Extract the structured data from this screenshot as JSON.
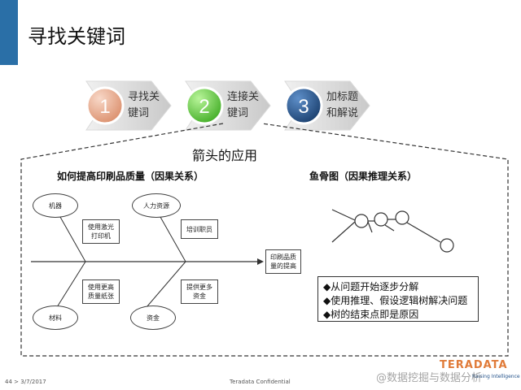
{
  "slide": {
    "title": "寻找关键词",
    "accent_color": "#2a6fa7"
  },
  "process": {
    "steps": [
      {
        "number": "1",
        "label": "寻找关\n键词",
        "color": "#e9a98e"
      },
      {
        "number": "2",
        "label": "连接关\n键词",
        "color": "#5fcf3d"
      },
      {
        "number": "3",
        "label": "加标题\n和解说",
        "color": "#1f4f88"
      }
    ]
  },
  "section": {
    "heading": "箭头的应用"
  },
  "left_panel": {
    "heading": "如何提高印刷品质量（因果关系）",
    "ellipses": [
      "机器",
      "人力资源",
      "材料",
      "资金"
    ],
    "boxes": [
      "使用激光\n打印机",
      "培训职员",
      "使用更高\n质量纸张",
      "提供更多\n资金"
    ],
    "result": "印刷品质\n量的提高"
  },
  "right_panel": {
    "heading": "鱼骨图（因果推理关系）",
    "bullets": [
      "从问题开始逐步分解",
      "使用推理、假设逻辑树解决问题",
      "树的结束点即是原因"
    ]
  },
  "footer": {
    "page_number": "44",
    "separator": ">",
    "date": "3/7/2017",
    "confidential": "Teradata Confidential",
    "brand": "TERADATA",
    "tagline": "Raising Intelligence",
    "watermark": "@数据挖掘与数据分析"
  }
}
